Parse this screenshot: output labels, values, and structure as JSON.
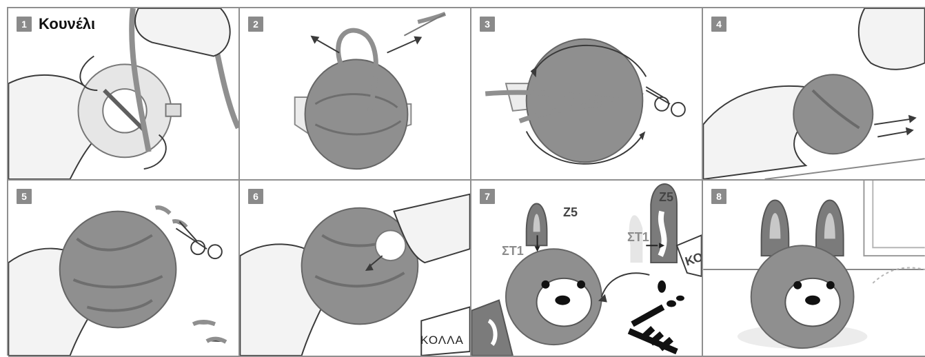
{
  "steps": [
    {
      "number": "1",
      "title": "Κουνέλι"
    },
    {
      "number": "2"
    },
    {
      "number": "3"
    },
    {
      "number": "4"
    },
    {
      "number": "5"
    },
    {
      "number": "6",
      "glue_label": "ΚΟΛΛΑ"
    },
    {
      "number": "7",
      "labels": [
        "Z5",
        "ΣΤ1",
        "Z5",
        "ΣΤ1",
        "ΚΟ"
      ]
    },
    {
      "number": "8"
    }
  ],
  "colors": {
    "yarn": "#8f8f8f",
    "yarn_dark": "#5f5f5f",
    "hand": "#f3f3f3",
    "outline": "#3a3a3a",
    "ear": "#7b7b7b",
    "ear_inner": "#c8c8c8"
  }
}
